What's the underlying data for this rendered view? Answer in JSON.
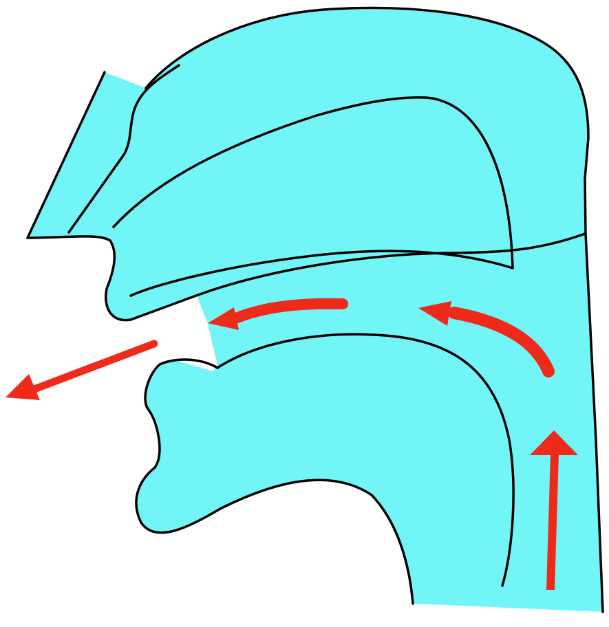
{
  "diagram": {
    "colors": {
      "tissue_fill": "#72F5F7",
      "outline": "#000000",
      "arrow": "#EE2A1B",
      "background": "#FFFFFF"
    },
    "arrows": [
      {
        "name": "airflow-arrow-larynx",
        "direction": "up"
      },
      {
        "name": "airflow-arrow-pharynx",
        "direction": "up-left"
      },
      {
        "name": "airflow-arrow-oral-cavity",
        "direction": "left"
      },
      {
        "name": "airflow-arrow-exit",
        "direction": "down-left"
      }
    ]
  }
}
